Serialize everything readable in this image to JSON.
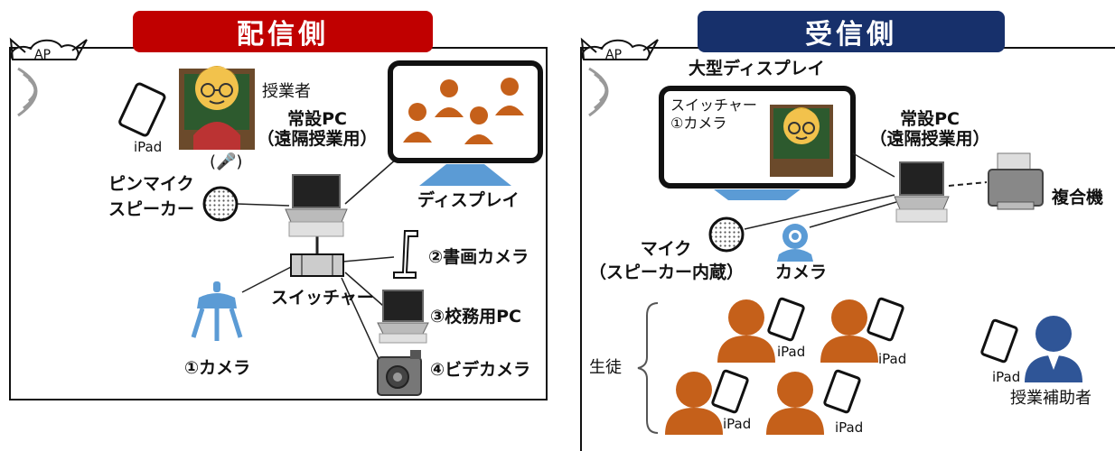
{
  "left": {
    "title": "配信側",
    "title_color": "#c00000",
    "ap": "AP",
    "teacher": "授業者",
    "ipad": "iPad",
    "pc_line1": "常設PC",
    "pc_line2": "（遠隔授業用）",
    "display": "ディスプレイ",
    "pin_mic_line1": "ピンマイク",
    "pin_mic_line2": "スピーカー",
    "switcher": "スイッチャー",
    "camera1": "①カメラ",
    "camera2": "②書画カメラ",
    "pc3": "③校務用PC",
    "camera4": "④ビデカメラ"
  },
  "right": {
    "title": "受信側",
    "title_color": "#17306b",
    "ap": "AP",
    "big_display": "大型ディスプレイ",
    "screen_line1": "スイッチャー",
    "screen_line2": "①カメラ",
    "pc_line1": "常設PC",
    "pc_line2": "（遠隔授業用）",
    "printer": "複合機",
    "mic_line1": "マイク",
    "mic_line2": "（スピーカー内蔵）",
    "camera": "カメラ",
    "students": "生徒",
    "ipad": "iPad",
    "assistant": "授業補助者"
  },
  "colors": {
    "person_orange": "#c5601a",
    "camera_blue": "#5b9bd5",
    "assistant_blue": "#2f5597",
    "board_green": "#2d5a2e"
  }
}
